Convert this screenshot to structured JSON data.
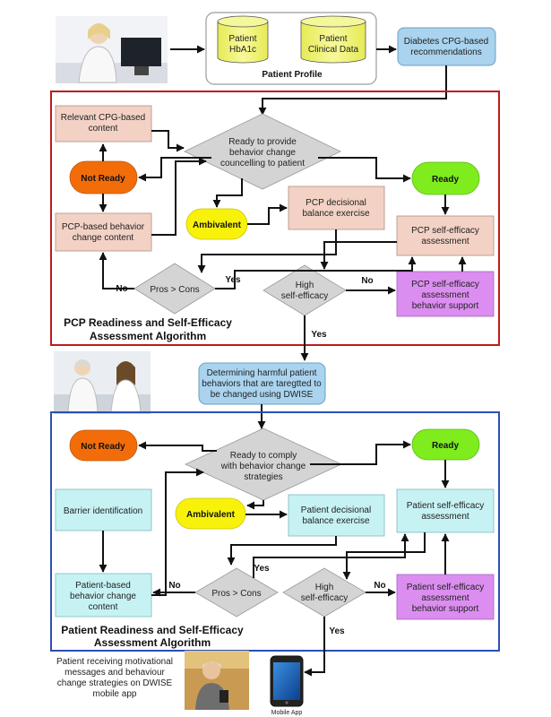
{
  "colors": {
    "salmon": "#f3d2c5",
    "cyan": "#c7f2f4",
    "purple": "#dc8ef0",
    "grey_diamond": "#d4d4d4",
    "green": "#7fec1e",
    "orange": "#f26d0a",
    "yellow": "#f8f20a",
    "blue_box": "#a9d3ee",
    "cylinder": "#f2f57d",
    "red_border": "#c0191a",
    "blue_border": "#2a50b5"
  },
  "profile": {
    "hba1c": [
      "Patient",
      "HbA1c"
    ],
    "clinical": [
      "Patient",
      "Clinical Data"
    ],
    "title": "Patient Profile",
    "recommendations": [
      "Diabetes CPG-based",
      "recommendations"
    ]
  },
  "pcp": {
    "relevant_content": [
      "Relevant CPG-based",
      "content"
    ],
    "ready_diamond": [
      "Ready to provide",
      "behavior change",
      "councelling to patient"
    ],
    "not_ready": "Not Ready",
    "ready": "Ready",
    "behavior_content": [
      "PCP-based behavior",
      "change content"
    ],
    "ambivalent": "Ambivalent",
    "decisional": [
      "PCP decisional",
      "balance exercise"
    ],
    "self_efficacy": [
      "PCP self-efficacy",
      "assessment"
    ],
    "pros_cons": "Pros > Cons",
    "high_se": [
      "High",
      "self-efficacy"
    ],
    "support": [
      "PCP self-efficacy",
      "assessment",
      "behavior support"
    ],
    "no1": "No",
    "yes1": "Yes",
    "no2": "No",
    "yes2": "Yes",
    "title": [
      "PCP Readiness and Self-Efficacy",
      "Assessment Algorithm"
    ]
  },
  "harmful": [
    "Determining harmful patient",
    "behaviors that are taregtted to",
    "be  changed using DWISE"
  ],
  "patient": {
    "not_ready": "Not Ready",
    "ready": "Ready",
    "ready_diamond": [
      "Ready to comply",
      "with behavior change",
      "strategies"
    ],
    "barrier": "Barrier identification",
    "ambivalent": "Ambivalent",
    "decisional": [
      "Patient decisional",
      "balance exercise"
    ],
    "self_efficacy": [
      "Patient self-efficacy",
      "assessment"
    ],
    "behavior_content": [
      "Patient-based",
      "behavior change",
      "content"
    ],
    "pros_cons": "Pros > Cons",
    "high_se": [
      "High",
      "self-efficacy"
    ],
    "support": [
      "Patient self-efficacy",
      "assessment",
      "behavior support"
    ],
    "yes1": "Yes",
    "no1": "No",
    "no2": "No",
    "yes2": "Yes",
    "title": [
      "Patient Readiness and Self-Efficacy",
      "Assessment Algorithm"
    ]
  },
  "bottom": {
    "caption": [
      "Patient receiving motivational",
      "messages and behaviour",
      "change strategies on DWISE",
      "mobile app"
    ],
    "mobile_app": "Mobile App"
  }
}
